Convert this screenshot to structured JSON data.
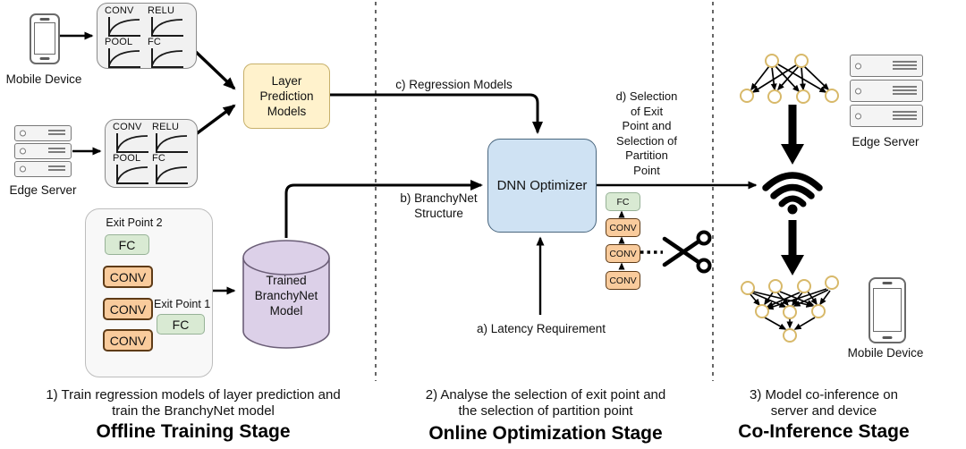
{
  "colors": {
    "layer_prediction_fill": "#FFF2CC",
    "layer_prediction_border": "#C7B06A",
    "dnn_optimizer_fill": "#CFE2F3",
    "dnn_optimizer_border": "#49667E",
    "trained_model_fill": "#DCD0E8",
    "trained_model_border": "#6B5E77",
    "conv_fill": "#F9CB9C",
    "conv_border": "#5E3B17",
    "fc_fill": "#D9EAD3",
    "fc_border": "#97B297",
    "network_node_border": "#D8B96A"
  },
  "offline": {
    "mobile_device_label": "Mobile Device",
    "edge_server_label": "Edge Server",
    "profile_box_labels": {
      "conv": "CONV",
      "relu": "RELU",
      "pool": "POOL",
      "fc": "FC"
    },
    "layer_prediction_models": {
      "lines": [
        "Layer",
        "Prediction",
        "Models"
      ]
    },
    "branchynet": {
      "exit_point_2": "Exit Point 2",
      "exit_point_1": "Exit Point 1",
      "fc": "FC",
      "conv": "CONV"
    },
    "trained_model": {
      "lines": [
        "Trained",
        "BranchyNet",
        "Model"
      ]
    },
    "caption_lines": [
      "1) Train regression models of layer prediction and",
      "train the BranchyNet model"
    ],
    "stage_title": "Offline Training Stage"
  },
  "online": {
    "label_c": "c) Regression Models",
    "label_b_lines": [
      "b) BranchyNet",
      "Structure"
    ],
    "label_a": "a) Latency Requirement",
    "label_d_lines": [
      "d) Selection",
      "of Exit",
      "Point and",
      "Selection of",
      "Partition",
      "Point"
    ],
    "dnn_optimizer": "DNN Optimizer",
    "partition_stack": {
      "fc": "FC",
      "conv": "CONV"
    },
    "caption_lines": [
      "2) Analyse the selection of exit point and",
      "the selection of partition point"
    ],
    "stage_title": "Online Optimization Stage"
  },
  "coinference": {
    "edge_server_label": "Edge Server",
    "mobile_device_label": "Mobile Device",
    "caption_lines": [
      "3) Model co-inference on",
      "server and device"
    ],
    "stage_title": "Co-Inference Stage"
  }
}
